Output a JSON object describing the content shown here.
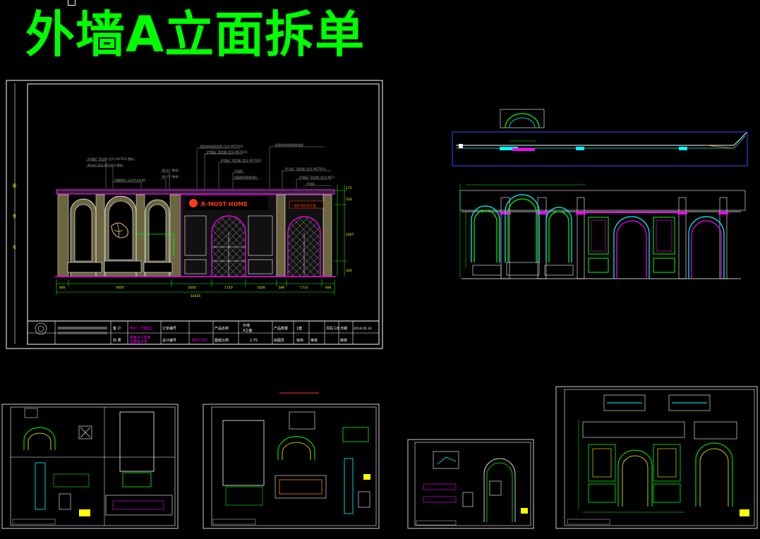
{
  "title": "外墙A立面拆单",
  "sheet": {
    "dimensions": [
      "400",
      "5050",
      "1650",
      "1710",
      "1826",
      "580",
      "1731",
      "400"
    ],
    "total_dimension": "14316",
    "height_dims": [
      "175",
      "520",
      "2267",
      "300"
    ],
    "sign_logo_text": "木·MOST HOME",
    "sign_right_text": "一请抓领欢迎光临",
    "title_block": {
      "client_label": "客 户",
      "client_value": "苏州（方家园）",
      "material_label": "材 质",
      "material_value1": "胶板木+发板",
      "material_value2": "贴膜板木皮",
      "order_no_label": "订单编号",
      "design_no_label": "设计编号",
      "design_no_value": "MST 002",
      "product_name_label": "产品名称",
      "product_name_value1": "外墙",
      "product_name_value2": "A立面",
      "scale_label": "图纸比例",
      "scale_value": "1:75",
      "qty_label": "产品数量",
      "qty_value": "1套",
      "page_label": "页码",
      "page_value": "1/8",
      "date_label": "日期",
      "date_value": "2014.05.31",
      "drawn_label": "绘图员",
      "drawn_value": "徐林",
      "check_label": "审核",
      "approve_label": "审核"
    }
  },
  "colors": {
    "background": "#000000",
    "title": "#00ff00",
    "frame": "#ffffff",
    "dim": "#00ff00",
    "leader": "#9a9a9a",
    "profile": "#00ffff",
    "accent": "#ff00ff",
    "sign": "#ff3b1f",
    "column": "#6b6640",
    "yellow": "#ffff00",
    "blue": "#3f4dff"
  }
}
